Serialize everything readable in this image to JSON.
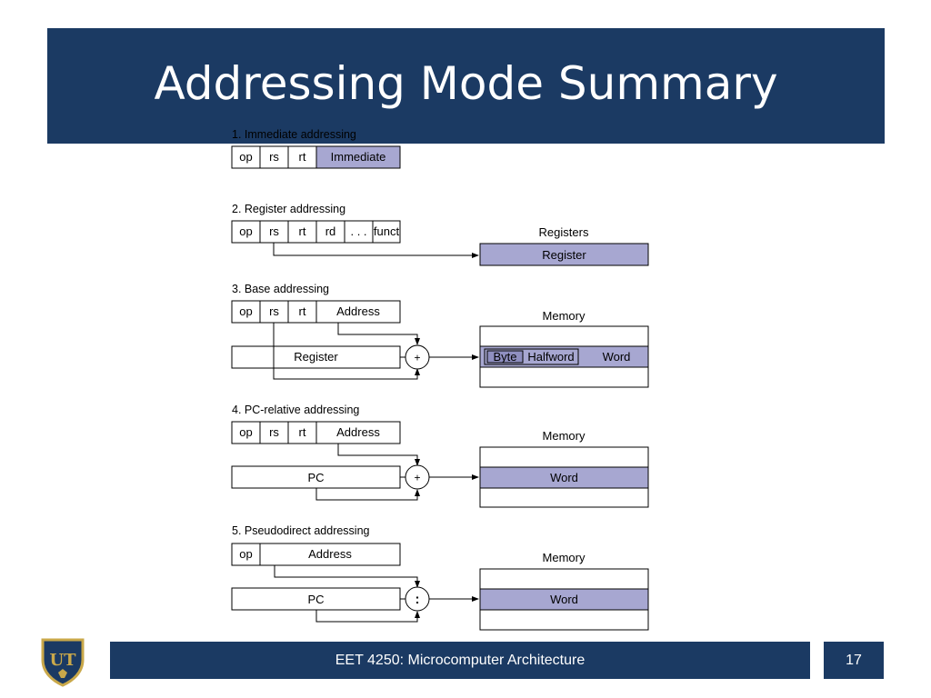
{
  "slide": {
    "title": "Addressing Mode Summary",
    "footer": "EET 4250: Microcomputer Architecture",
    "page_number": "17",
    "logo_text": "UT"
  },
  "colors": {
    "navy": "#1b3a63",
    "highlight": "#a7a7d1",
    "logo_gold": "#c9a84a"
  },
  "modes": {
    "immediate": {
      "heading": "1.  Immediate addressing",
      "fields": [
        "op",
        "rs",
        "rt",
        "Immediate"
      ]
    },
    "register": {
      "heading": "2. Register addressing",
      "fields": [
        "op",
        "rs",
        "rt",
        "rd",
        ". . .",
        "funct"
      ],
      "target_title": "Registers",
      "target_label": "Register"
    },
    "base": {
      "heading": "3.  Base addressing",
      "fields": [
        "op",
        "rs",
        "rt",
        "Address"
      ],
      "source_label": "Register",
      "operator": "+",
      "target_title": "Memory",
      "byte_label": "Byte",
      "halfword_label": "Halfword",
      "word_label": "Word"
    },
    "pcrel": {
      "heading": "4.  PC-relative addressing",
      "fields": [
        "op",
        "rs",
        "rt",
        "Address"
      ],
      "source_label": "PC",
      "operator": "+",
      "target_title": "Memory",
      "word_label": "Word"
    },
    "pseudo": {
      "heading": "5.  Pseudodirect addressing",
      "fields": [
        "op",
        "Address"
      ],
      "source_label": "PC",
      "operator": ":",
      "target_title": "Memory",
      "word_label": "Word"
    }
  }
}
